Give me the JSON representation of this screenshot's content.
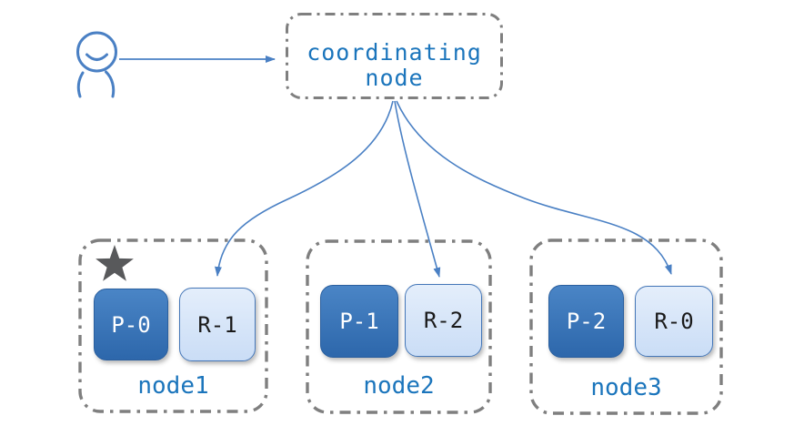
{
  "diagram_type": "elasticsearch-shard-routing",
  "colors": {
    "label_blue": "#1b75bc",
    "arrow_blue": "#4a80c4",
    "dashed_border_gray": "#7f7f7f",
    "primary_shard_top": "#4a85c6",
    "primary_shard_bottom": "#2d67ab",
    "replica_shard_top": "#e4eefb",
    "replica_shard_bottom": "#caddf6",
    "star_gray": "#58595b"
  },
  "client": {
    "icon": "person-icon"
  },
  "coordinator": {
    "label": "coordinating node"
  },
  "nodes": [
    {
      "label": "node1",
      "master": true,
      "shards": [
        {
          "label": "P-0",
          "type": "primary"
        },
        {
          "label": "R-1",
          "type": "replica"
        }
      ]
    },
    {
      "label": "node2",
      "master": false,
      "shards": [
        {
          "label": "P-1",
          "type": "primary"
        },
        {
          "label": "R-2",
          "type": "replica"
        }
      ]
    },
    {
      "label": "node3",
      "master": false,
      "shards": [
        {
          "label": "P-2",
          "type": "primary"
        },
        {
          "label": "R-0",
          "type": "replica"
        }
      ]
    }
  ]
}
